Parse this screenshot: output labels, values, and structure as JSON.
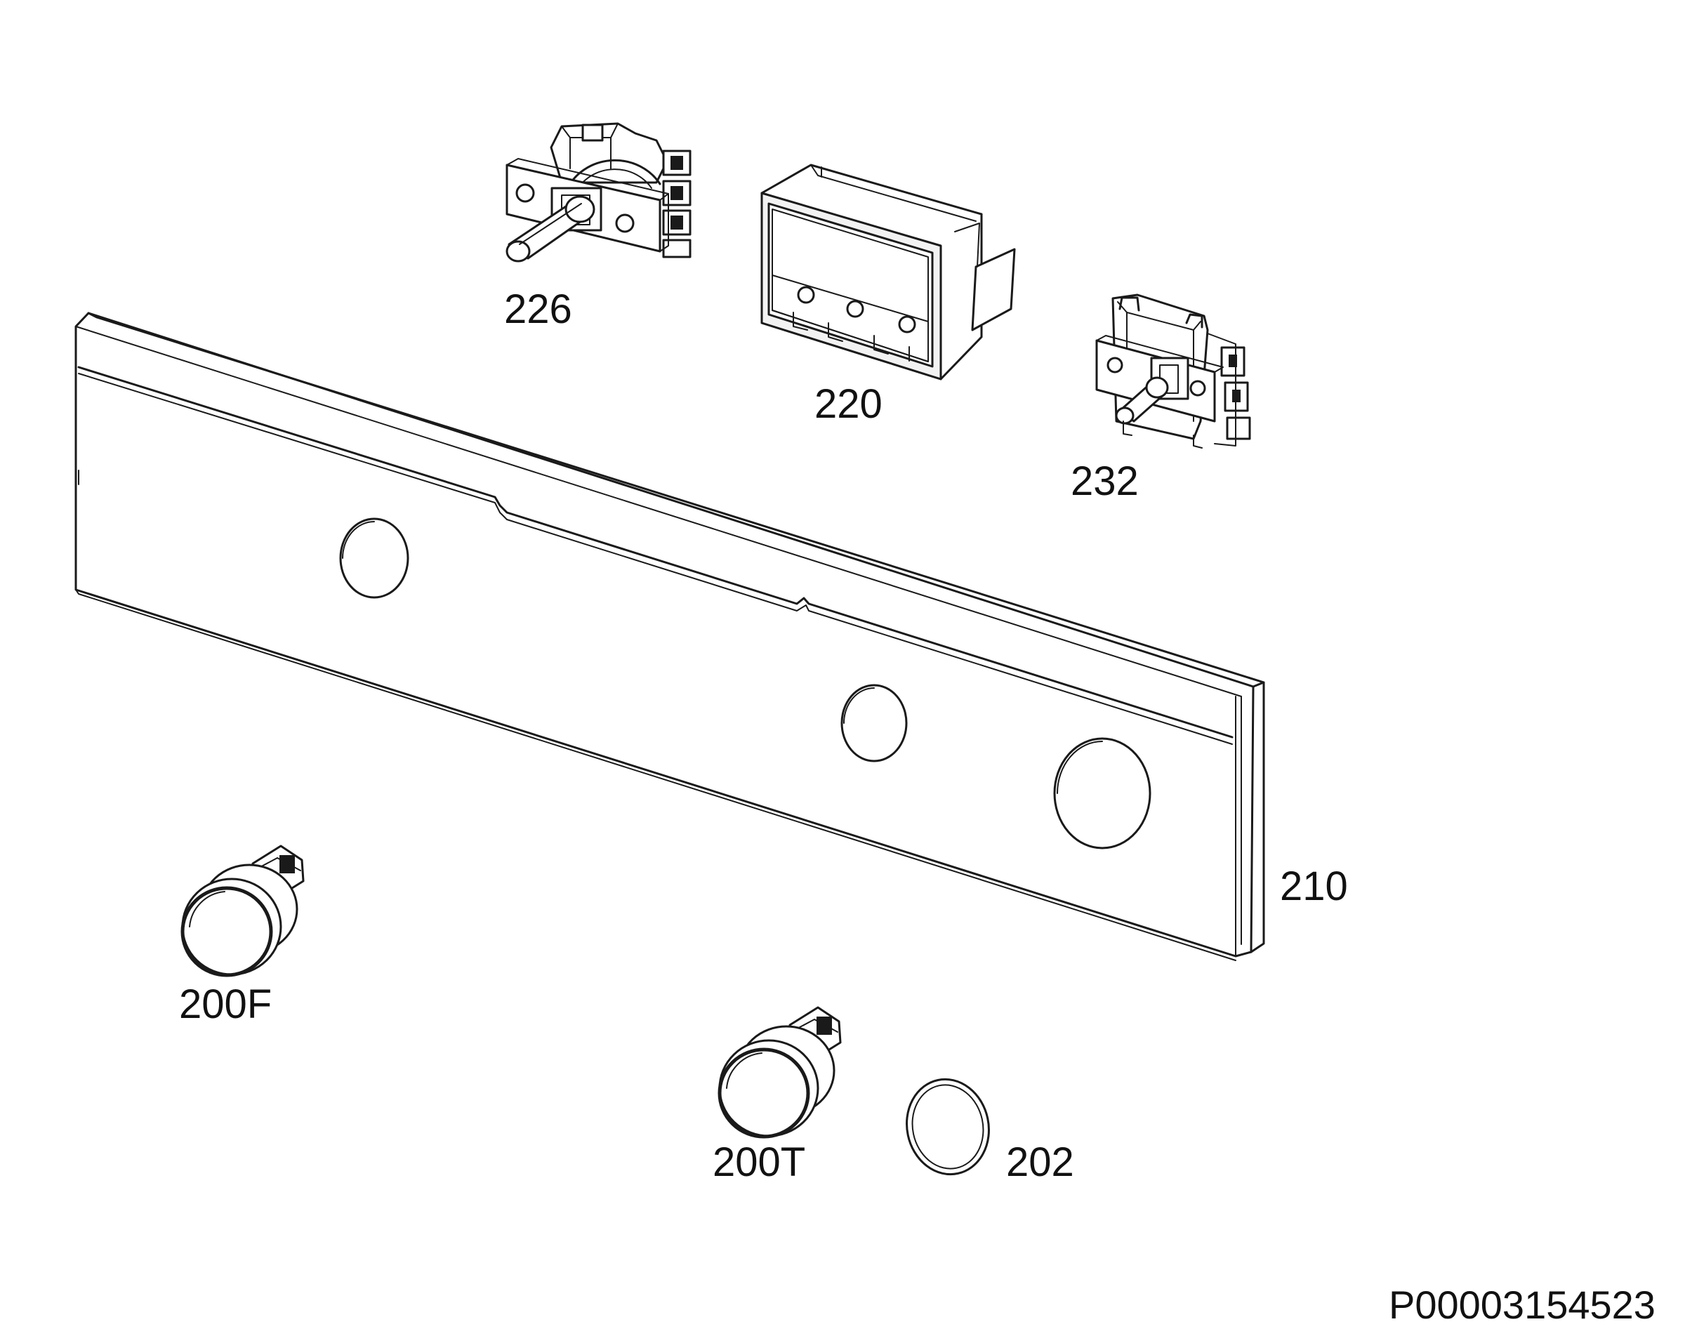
{
  "parts": [
    {
      "id": "control-switch-226",
      "label": "226"
    },
    {
      "id": "display-module-220",
      "label": "220"
    },
    {
      "id": "control-switch-232",
      "label": "232"
    },
    {
      "id": "control-panel-210",
      "label": "210"
    },
    {
      "id": "knob-200F",
      "label": "200F"
    },
    {
      "id": "knob-200T",
      "label": "200T"
    },
    {
      "id": "ring-202",
      "label": "202"
    }
  ],
  "document_id": "P00003154523",
  "colors": {
    "line": "#1a1a1a",
    "background": "#ffffff"
  }
}
